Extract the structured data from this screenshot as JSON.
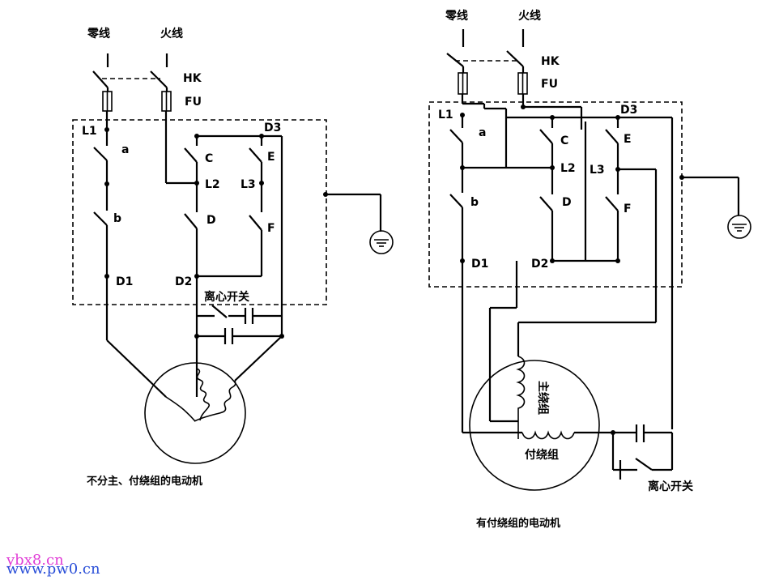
{
  "left": {
    "neutral_label": "零线",
    "live_label": "火线",
    "hk": "HK",
    "fu": "FU",
    "l1": "L1",
    "l2": "L2",
    "l3": "L3",
    "a": "a",
    "b": "b",
    "c": "C",
    "d": "D",
    "e": "E",
    "f": "F",
    "d1": "D1",
    "d2": "D2",
    "d3": "D3",
    "centrifugal": "离心开关",
    "caption": "不分主、付绕组的电动机"
  },
  "right": {
    "neutral_label": "零线",
    "live_label": "火线",
    "hk": "HK",
    "fu": "FU",
    "l1": "L1",
    "l2": "L2",
    "l3": "L3",
    "a": "a",
    "b": "b",
    "c": "C",
    "d": "D",
    "e": "E",
    "f": "F",
    "d1": "D1",
    "d2": "D2",
    "d3": "D3",
    "main_winding": "主绕组",
    "aux_winding": "付绕组",
    "centrifugal": "离心开关",
    "caption": "有付绕组的电动机"
  },
  "watermark": {
    "line1": "ybx8.cn",
    "line2": "www.pw0.cn"
  },
  "colors": {
    "line": "#000000",
    "watermark1": "#e03cd6",
    "watermark2": "#2a4fd8"
  }
}
